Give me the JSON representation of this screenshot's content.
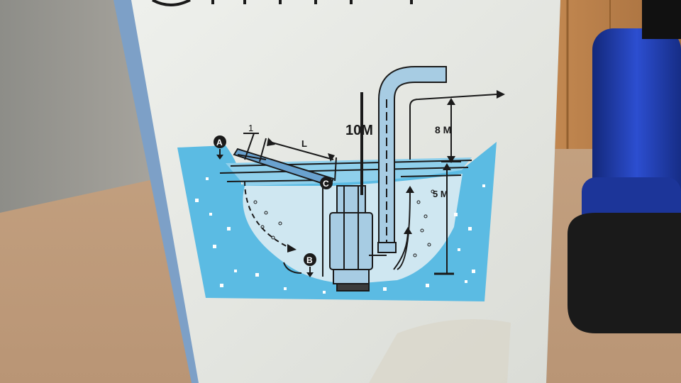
{
  "photo": {
    "diagram": {
      "label_a": "A",
      "label_b": "B",
      "label_c": "C",
      "label_1": "1",
      "label_l": "L",
      "label_10m": "10M",
      "label_8m": "8 M",
      "label_5m": "5 M"
    },
    "colors": {
      "water": "#5bbbe3",
      "line": "#1a1a1a",
      "box": "#e6e8e3",
      "pump_body": "#1f3fa0"
    }
  }
}
